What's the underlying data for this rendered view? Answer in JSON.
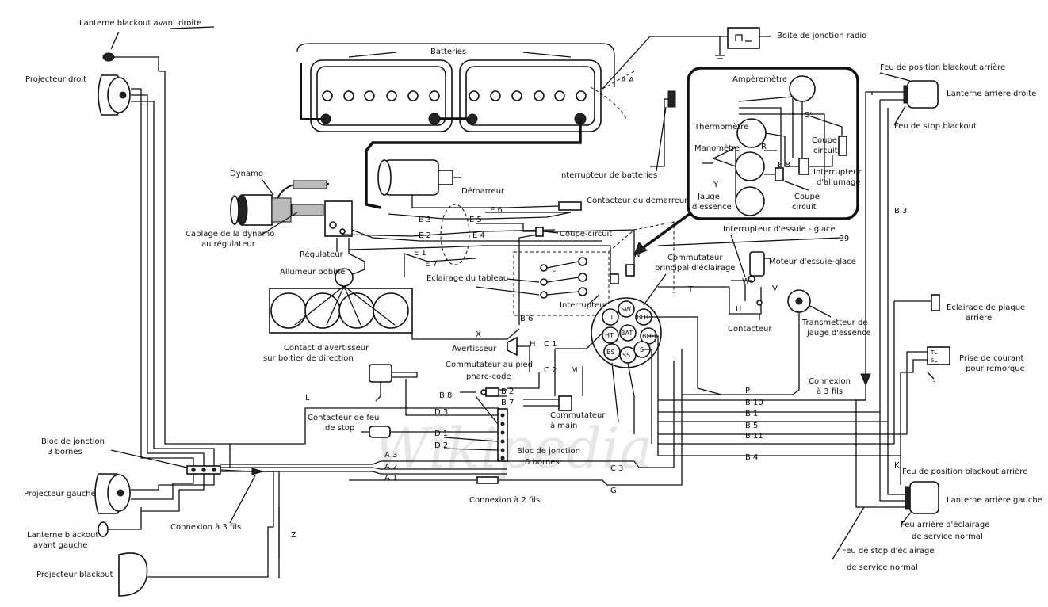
{
  "watermark": "Wikipedia",
  "components": {
    "lanterne_avd": "Lanterne blackout avant droite",
    "projecteur_droit": "Projecteur droit",
    "batteries": "Batteries",
    "boite_radio": "Boite de jonction radio",
    "aa": "A A",
    "dynamo": "Dynamo",
    "cablage_dynamo_1": "Cablage de la dynamo",
    "cablage_dynamo_2": "au régulateur",
    "regulateur": "Régulateur",
    "demarreur": "Démarreur",
    "interrupteur_batteries": "Interrupteur de batteries",
    "contacteur_demarreur": "Contacteur du demarreur",
    "coupe_circuit": "Coupe-circuit",
    "allumeur_bobine": "Allumeur bobine",
    "eclairage_tableau": "Eclairage du tableau",
    "interrupteur": "Interrupteur",
    "commutateur_principal_1": "Commutateur",
    "commutateur_principal_2": "principal d'éclairage",
    "contact_avertisseur_1": "Contact d'avertisseur",
    "contact_avertisseur_2": "sur boitier de direction",
    "avertisseur": "Avertisseur",
    "commutateur_pied_1": "Commutateur au pied",
    "commutateur_pied_2": "phare-code",
    "contacteur_feu_stop_1": "Contacteur de feu",
    "contacteur_feu_stop_2": "de stop",
    "commutateur_main_1": "Commutateur",
    "commutateur_main_2": "à main",
    "bloc_6_bornes_1": "Bloc de jonction",
    "bloc_6_bornes_2": "6 bornes",
    "bloc_3_bornes_1": "Bloc de jonction",
    "bloc_3_bornes_2": "3 bornes",
    "projecteur_gauche": "Projecteur gauche",
    "lanterne_avg_1": "Lanterne blackout",
    "lanterne_avg_2": "avant gauche",
    "connexion_3_fils": "Connexion à 3 fils",
    "projecteur_blackout": "Projecteur blackout",
    "connexion_2_fils": "Connexion à 2 fils",
    "amperemetre": "Ampèremètre",
    "thermometre": "Thermomètre",
    "manometre": "Manomètre",
    "jauge_essence_1": "Jauge",
    "jauge_essence_2": "d'essence",
    "coupe_circuit_panel_1": "Coupe",
    "coupe_circuit_panel_2": "circuit",
    "coupe_circuit_panel2_1": "Coupe",
    "coupe_circuit_panel2_2": "circuit",
    "interrupteur_allumage_1": "Interrupteur",
    "interrupteur_allumage_2": "d'allumage",
    "feu_position_ar_d": "Feu de position blackout arrière",
    "lanterne_ar_d": "Lanterne arrière droite",
    "feu_stop_blackout": "Feu de stop blackout",
    "interrupteur_essuie": "Interrupteur d'essuie - glace",
    "moteur_essuie": "Moteur d'essuie-glace",
    "contacteur": "Contacteur",
    "transmetteur_1": "Transmetteur de",
    "transmetteur_2": "jauge d'essence",
    "eclairage_plaque_1": "Eclairage de plaque",
    "eclairage_plaque_2": "arrière",
    "prise_courant_1": "Prise de courant",
    "prise_courant_2": "pour remorque",
    "connexion_3_fils_ar_1": "Connexion",
    "connexion_3_fils_ar_2": "à 3 fils",
    "feu_position_ar_g": "Feu de position blackout arrière",
    "lanterne_ar_g": "Lanterne arrière gauche",
    "feu_arriere_1": "Feu arrière d'éclairage",
    "feu_arriere_2": "de service normal",
    "feu_stop_normal_1": "Feu de stop d'éclairage",
    "feu_stop_normal_2": "de service normal"
  },
  "wire_labels": {
    "e1": "E 1",
    "e2": "E 2",
    "e3": "E 3",
    "e4": "E 4",
    "e5": "E 5",
    "e6": "E 6",
    "e7": "E 7",
    "e8": "E 8",
    "a1": "A 1",
    "a2": "A 2",
    "a3": "A 3",
    "b1": "B 1",
    "b2": "B 2",
    "b3": "B 3",
    "b4": "B 4",
    "b5": "B 5",
    "b6": "B 6",
    "b7": "B 7",
    "b8": "B 8",
    "b9": "B9",
    "b10": "B 10",
    "b11": "B 11",
    "c1": "C 1",
    "c2": "C 2",
    "c3": "C 3",
    "d1": "D 1",
    "d2": "D 2",
    "d3": "D 3",
    "f": "F",
    "g": "G",
    "h": "H",
    "k": "K",
    "l": "L",
    "m": "M",
    "n": "N",
    "p": "P",
    "r": "R",
    "s": "S'",
    "t": "T",
    "u": "U",
    "v": "V",
    "w": "W",
    "x": "X",
    "y": "Y",
    "z": "Z",
    "j": "J"
  },
  "switch_terminals": [
    "T T",
    "SW",
    "BHT",
    "BAT",
    "HT",
    "BOD",
    "BS",
    "SS",
    "S"
  ],
  "trailer_socket_terminals": [
    "TL",
    "SL"
  ]
}
